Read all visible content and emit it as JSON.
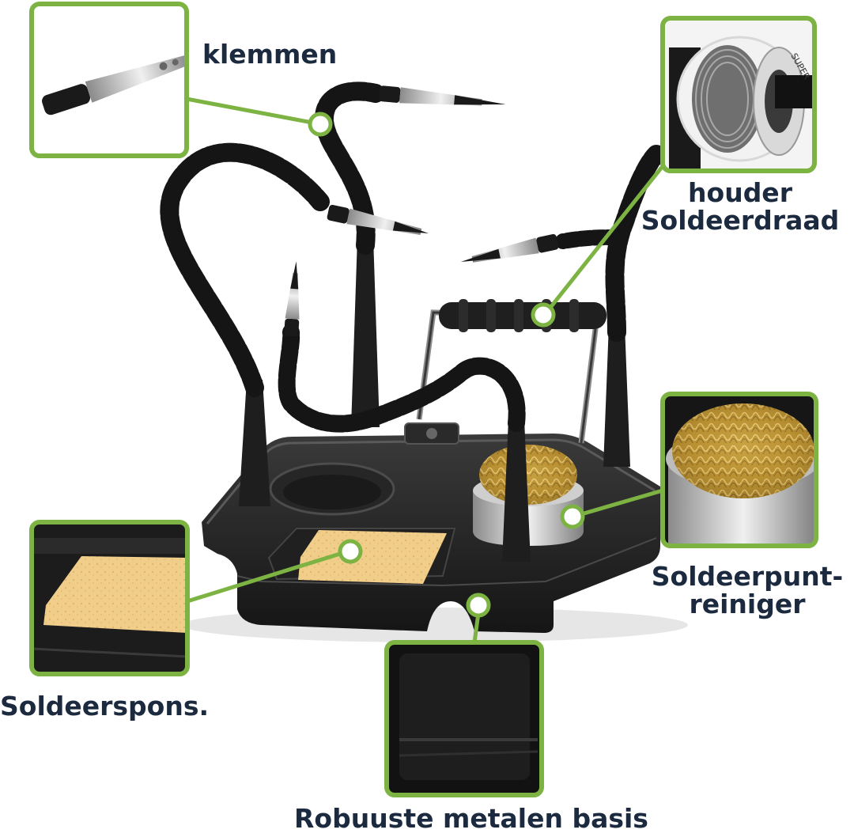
{
  "labels": {
    "klemmen": "klemmen",
    "houder_line1": "houder",
    "houder_line2": "Soldeerdraad",
    "reiniger_line1": "Soldeerpunt-",
    "reiniger_line2": "reiniger",
    "spons": "Soldeerspons.",
    "basis": "Robuuste metalen basis"
  },
  "colors": {
    "accent": "#7cb342",
    "text": "#1b2a3f",
    "base": "#1d1d1d",
    "sponge": "#f2cf8a",
    "brass": "#c9a24a"
  },
  "spool_text": "SUPER"
}
